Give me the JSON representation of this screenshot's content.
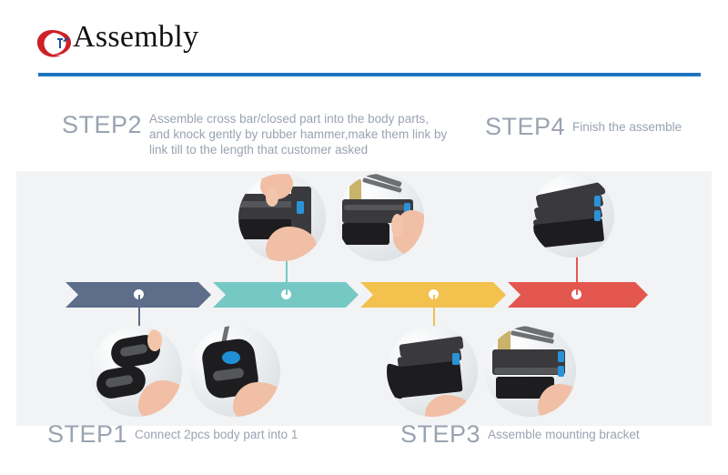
{
  "header": {
    "title": "Assembly",
    "logo_icon": "company-swoosh-logo",
    "rule_color": "#1e73be"
  },
  "panel": {
    "background_color": "#f2f3f4"
  },
  "timeline": {
    "segments": [
      {
        "label": "STEP1",
        "color": "#5d6d8a",
        "dot_color": "#ffffff",
        "stem_direction": "down"
      },
      {
        "label": "STEP2",
        "color": "#76c8c4",
        "dot_color": "#ffffff",
        "stem_direction": "up"
      },
      {
        "label": "STEP3",
        "color": "#f2c14e",
        "dot_color": "#ffffff",
        "stem_direction": "down"
      },
      {
        "label": "STEP4",
        "color": "#e4574f",
        "dot_color": "#ffffff",
        "stem_direction": "up"
      }
    ]
  },
  "steps": [
    {
      "id": "step1",
      "label": "STEP1",
      "description": "Connect 2pcs body part into 1",
      "position": "bottom",
      "photo_count": 2,
      "photo_alt_1": "hands-joining-two-black-body-parts",
      "photo_alt_2": "hand-pressing-blue-pin-into-body-part"
    },
    {
      "id": "step2",
      "label": "STEP2",
      "description": "Assemble cross bar/closed part into the body parts, and knock gently by rubber hammer,make them link by link till to the length that customer asked",
      "position": "top",
      "photo_count": 2,
      "photo_alt_1": "hands-fitting-cross-bar-into-chain-links",
      "photo_alt_2": "hand-knocking-link-with-rubber-hammer"
    },
    {
      "id": "step3",
      "label": "STEP3",
      "description": "Assemble mounting bracket",
      "position": "bottom",
      "photo_count": 2,
      "photo_alt_1": "open-cable-chain-with-mounting-bracket",
      "photo_alt_2": "hand-attaching-bracket-with-hammer"
    },
    {
      "id": "step4",
      "label": "STEP4",
      "description": "Finish the assemble",
      "position": "top",
      "photo_count": 1,
      "photo_alt_1": "finished-assembled-cable-drag-chain"
    }
  ]
}
